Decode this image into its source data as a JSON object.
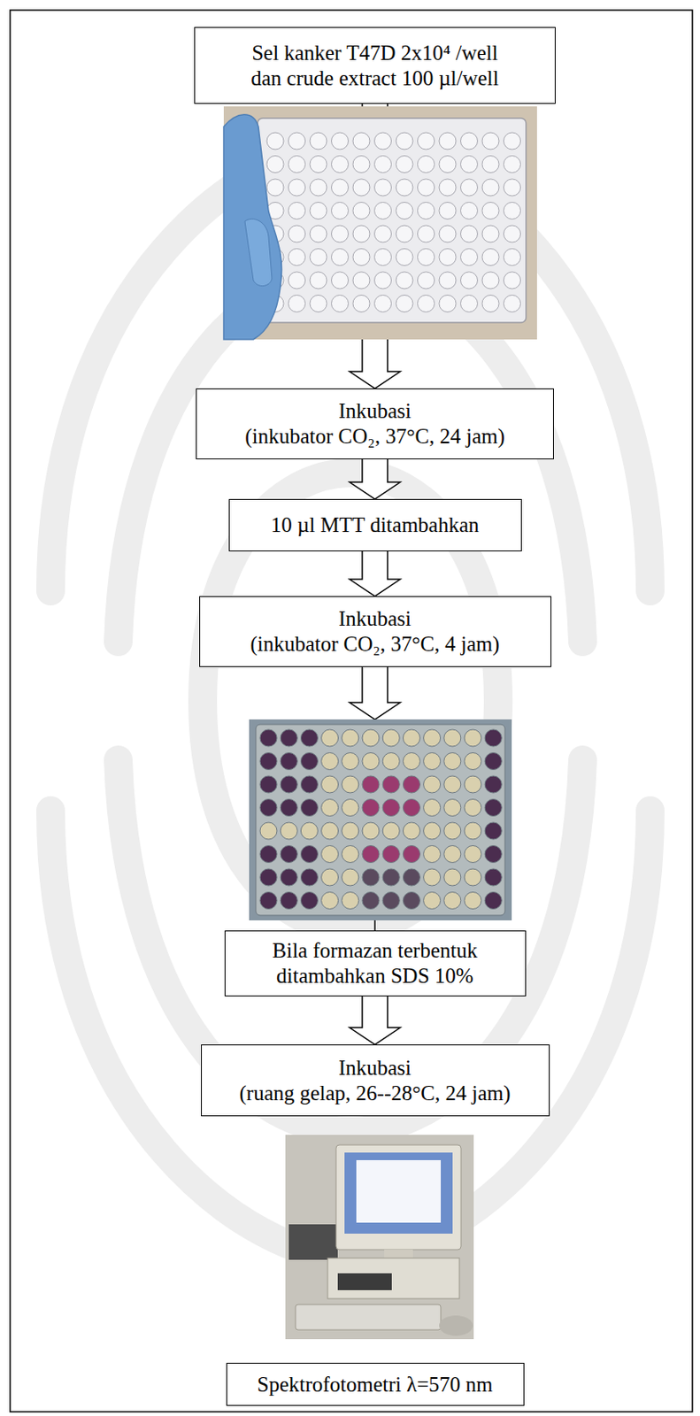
{
  "diagram": {
    "nodes": [
      {
        "text": [
          "Sel kanker T47D 2x10⁴ /well dan crude extract 100 µl/well"
        ]
      },
      {
        "text": [
          "Inkubasi",
          "(inkubator CO₂, 37°C, 24 jam)"
        ]
      },
      {
        "text": [
          "10 µl MTT ditambahkan"
        ]
      },
      {
        "text": [
          "Inkubasi",
          "(inkubator CO₂, 37°C, 4 jam)"
        ]
      },
      {
        "text": [
          "Bila formazan terbentuk ditambahkan SDS 10%"
        ]
      },
      {
        "text": [
          "Inkubasi",
          "(ruang gelap, 26--28°C, 24 jam)"
        ]
      },
      {
        "text": [
          "Spektrofotometri λ=570 nm"
        ]
      }
    ],
    "edges": [
      {
        "from": 0,
        "to": 1,
        "arrow": "to"
      },
      {
        "from": 1,
        "to": 2,
        "arrow": "to"
      },
      {
        "from": 2,
        "to": 3,
        "arrow": "to"
      },
      {
        "from": 3,
        "to": 4,
        "arrow": "to"
      },
      {
        "from": 4,
        "to": 5,
        "arrow": "to"
      }
    ]
  }
}
